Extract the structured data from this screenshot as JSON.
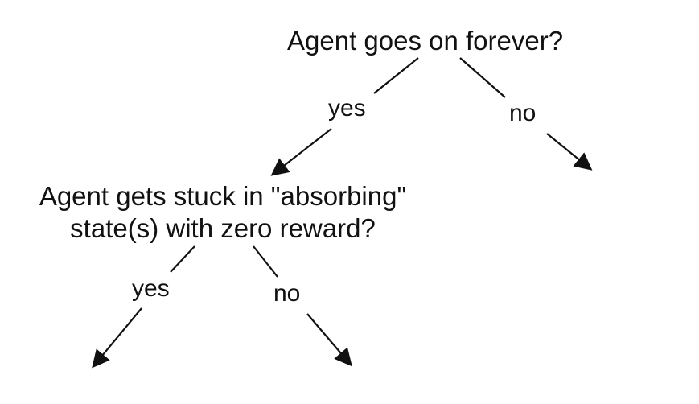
{
  "nodes": {
    "root_question": "Agent goes on forever?",
    "second_question_line1": "Agent gets stuck in \"absorbing\"",
    "second_question_line2": "state(s) with zero reward?"
  },
  "edges": {
    "root_yes": "yes",
    "root_no": "no",
    "second_yes": "yes",
    "second_no": "no"
  },
  "colors": {
    "ink": "#111111",
    "background": "#ffffff"
  }
}
